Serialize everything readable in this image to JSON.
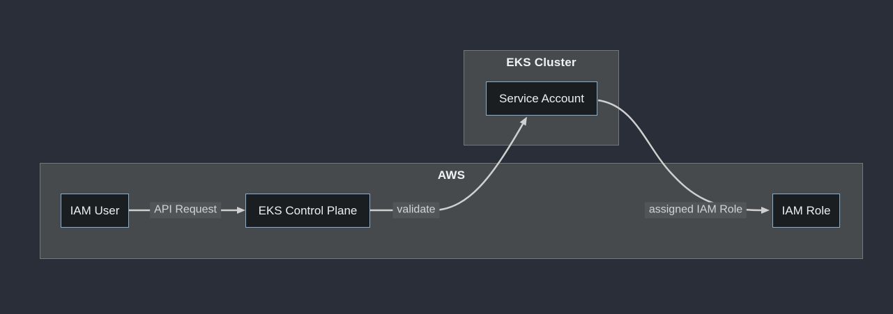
{
  "diagram": {
    "type": "flowchart",
    "theme": "dark",
    "clusters": {
      "eks_cluster": {
        "title": "EKS Cluster"
      },
      "aws": {
        "title": "AWS"
      }
    },
    "nodes": {
      "iam_user": {
        "label": "IAM User"
      },
      "eks_control_plane": {
        "label": "EKS Control Plane"
      },
      "service_account": {
        "label": "Service Account"
      },
      "iam_role": {
        "label": "IAM Role"
      }
    },
    "edges": {
      "api_request": {
        "from": "IAM User",
        "to": "EKS Control Plane",
        "label": "API Request"
      },
      "validate": {
        "from": "EKS Control Plane",
        "to": "Service Account",
        "label": "validate"
      },
      "assigned_iam_role": {
        "from": "Service Account",
        "to": "IAM Role",
        "label": "assigned IAM Role"
      }
    },
    "colors": {
      "background": "#292e38",
      "cluster_fill": "#474a4c",
      "cluster_border": "#74787c",
      "node_fill": "#1b1e21",
      "node_border": "#85aed2",
      "node_text": "#ededed",
      "edge_stroke": "#d0d0d0",
      "edge_label_bg": "#525558",
      "edge_label_text": "#d4d4d4",
      "title_text": "#f0f2f4"
    }
  }
}
